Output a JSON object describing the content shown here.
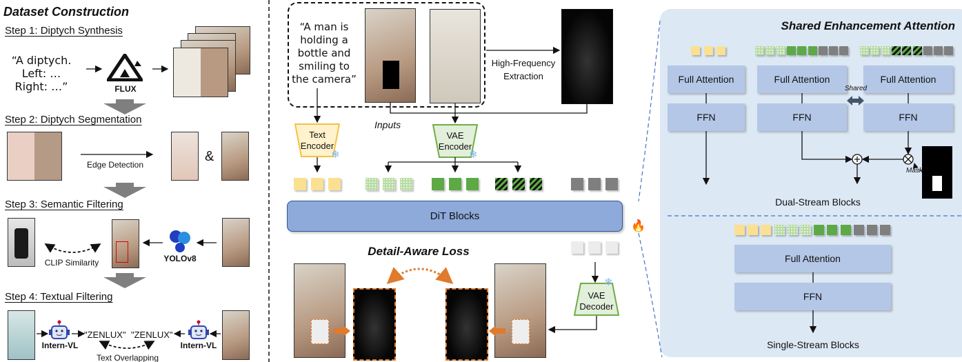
{
  "dataset": {
    "title": "Dataset Construction",
    "step1": "Step 1: Diptych Synthesis",
    "prompt_lines": [
      "“A diptych.",
      "Left: …",
      "Right: …”"
    ],
    "flux": "FLUX",
    "step2": "Step 2: Diptych Segmentation",
    "edge": "Edge Detection",
    "amp": "&",
    "step3": "Step 3: Semantic Filtering",
    "clip": "CLIP Similarity",
    "yolo": "YOLOv8",
    "step4": "Step 4: Textual Filtering",
    "intern_left": "Intern-VL",
    "intern_right": "Intern-VL",
    "zen_left": "\"ZENLUX\"",
    "zen_right": "\"ZENLUX\"",
    "overlap": "Text Overlapping"
  },
  "pipeline": {
    "prompt_lines": [
      "“A man is",
      "holding a",
      "bottle and",
      "smiling to",
      "the camera”"
    ],
    "inputs": "Inputs",
    "hf_lines": [
      "High-Frequency",
      "Extraction"
    ],
    "text_encoder": [
      "Text",
      "Encoder"
    ],
    "vae_encoder": [
      "VAE",
      "Encoder"
    ],
    "vae_decoder": [
      "VAE",
      "Decoder"
    ],
    "dit": "DiT Blocks",
    "loss": "Detail-Aware Loss",
    "token_groups": [
      "yellow",
      "dot",
      "green",
      "stripe",
      "gray"
    ],
    "output_tokens": "light"
  },
  "sea": {
    "title": "Shared Enhancement Attention",
    "full_attention": "Full Attention",
    "ffn": "FFN",
    "shared": "Shared",
    "mask": "Mask",
    "dual": "Dual-Stream Blocks",
    "single": "Single-Stream Blocks",
    "row_text": [
      "yellow",
      "yellow",
      "yellow"
    ],
    "row_image": [
      "dot",
      "dot",
      "dot",
      "green",
      "green",
      "green",
      "gray",
      "gray",
      "gray"
    ],
    "row_subject": [
      "dot",
      "dot",
      "dot",
      "stripe",
      "stripe",
      "stripe",
      "gray",
      "gray",
      "gray"
    ],
    "row_single": [
      "yellow",
      "yellow",
      "yellow",
      "dot",
      "dot",
      "dot",
      "green",
      "green",
      "green",
      "gray",
      "gray",
      "gray"
    ]
  },
  "colors": {
    "dit_fill": "#8eaadb",
    "panel_bg": "#dde8f5",
    "block": "#b4c7e7",
    "loss_orange": "#e07a2c",
    "text_encoder": "#fff2cc",
    "vae": "#e2efda"
  }
}
